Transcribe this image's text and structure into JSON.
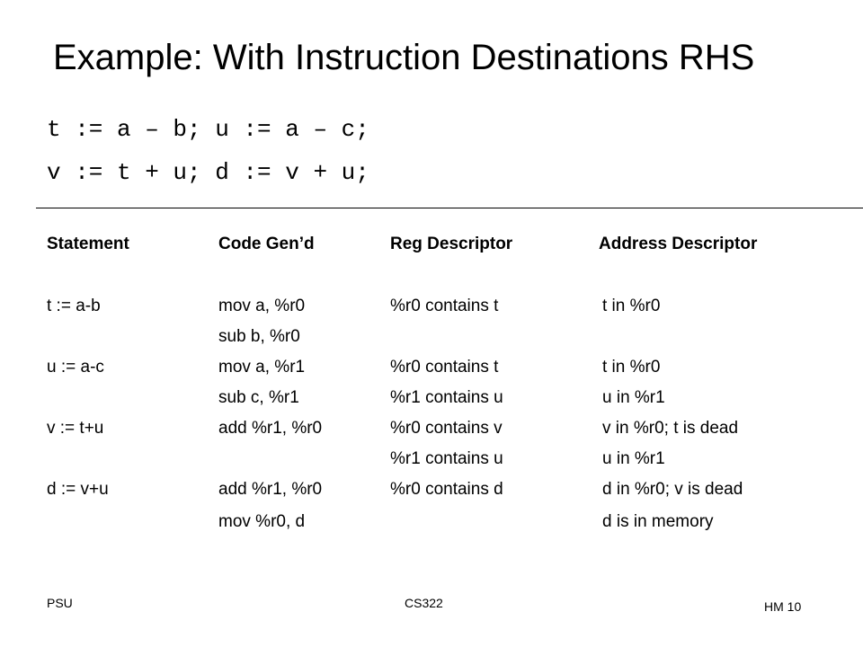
{
  "slide": {
    "title": "Example: With Instruction Destinations RHS",
    "code": {
      "line1": "t := a – b; u := a – c;",
      "line2": "v := t + u; d := v + u;"
    },
    "table": {
      "headers": {
        "statement": "Statement",
        "code": "Code Gen’d",
        "reg": "Reg Descriptor",
        "addr": "Address Descriptor"
      },
      "rows": [
        {
          "statement": "t := a-b",
          "code": "mov a, %r0",
          "reg": "%r0 contains t",
          "addr": "t in %r0"
        },
        {
          "statement": "",
          "code": "sub b, %r0",
          "reg": "",
          "addr": ""
        },
        {
          "statement": "u := a-c",
          "code": "mov a, %r1",
          "reg": "%r0 contains t",
          "addr": "t in %r0"
        },
        {
          "statement": "",
          "code": "sub c, %r1",
          "reg": "%r1 contains u",
          "addr": "u in %r1"
        },
        {
          "statement": "v := t+u",
          "code": "add %r1, %r0",
          "reg": "%r0 contains v",
          "addr": "v in %r0; t is dead"
        },
        {
          "statement": "",
          "code": "",
          "reg": "%r1 contains u",
          "addr": "u in %r1"
        },
        {
          "statement": "d := v+u",
          "code": "add %r1, %r0",
          "reg": "%r0 contains d",
          "addr": "d in %r0; v is dead"
        },
        {
          "statement": "",
          "code": "mov %r0, d",
          "reg": "",
          "addr": "d is in memory"
        }
      ]
    },
    "footer": {
      "left": "PSU",
      "center": "CS322",
      "right": "HM 10"
    }
  }
}
